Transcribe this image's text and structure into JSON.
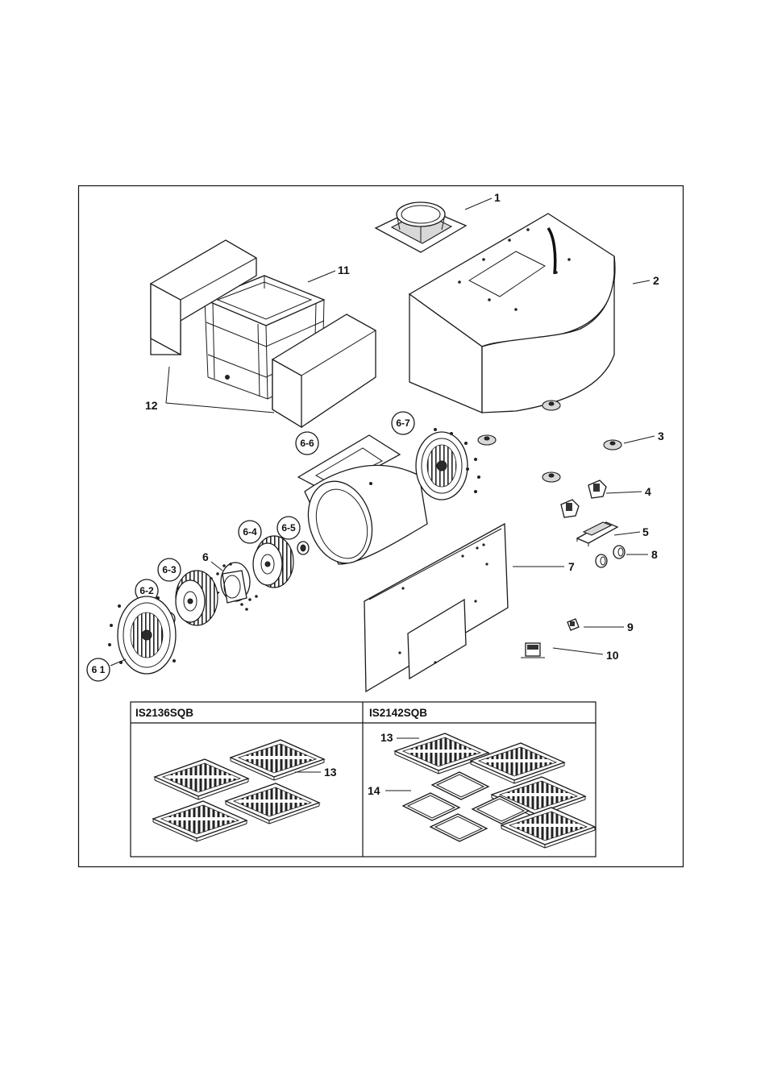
{
  "labels": {
    "p1": "1",
    "p2": "2",
    "p3": "3",
    "p4": "4",
    "p5": "5",
    "p6": "6",
    "p6_1": "6 1",
    "p6_2": "6-2",
    "p6_3": "6-3",
    "p6_4": "6-4",
    "p6_5": "6-5",
    "p6_6": "6-6",
    "p6_7": "6-7",
    "p7": "7",
    "p8": "8",
    "p9": "9",
    "p10": "10",
    "p11": "11",
    "p12": "12",
    "p13_left": "13",
    "p13_right": "13",
    "p14": "14"
  },
  "filter_table": {
    "left_model": "IS2136SQB",
    "right_model": "IS2142SQB"
  }
}
